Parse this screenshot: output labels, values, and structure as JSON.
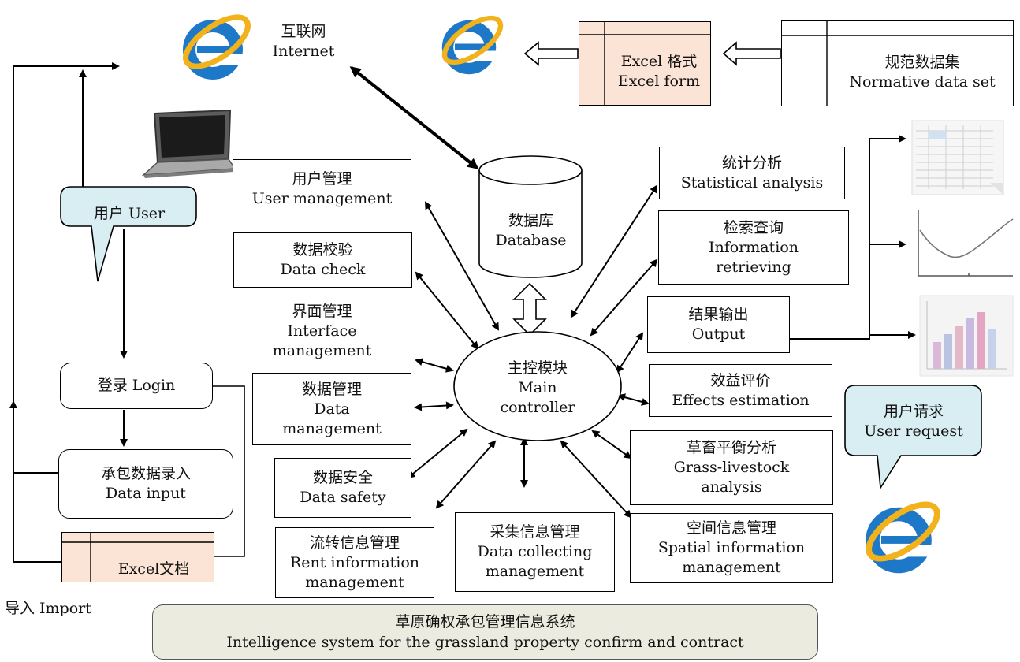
{
  "internet": {
    "zh": "互联网",
    "en": "Internet"
  },
  "excel_form": {
    "zh": "Excel 格式",
    "en": "Excel form"
  },
  "normative": {
    "zh": "规范数据集",
    "en": "Normative data set"
  },
  "database": {
    "zh": "数据库",
    "en": "Database"
  },
  "user": {
    "label": "用户 User"
  },
  "user_request": {
    "zh": "用户请求",
    "en": "User request"
  },
  "login": {
    "label": "登录 Login"
  },
  "data_input": {
    "zh": "承包数据录入",
    "en": "Data input"
  },
  "excel_doc": {
    "label": "Excel文档"
  },
  "import": {
    "label": "导入 Import"
  },
  "main": {
    "zh": "主控模块",
    "en1": "Main",
    "en2": "controller"
  },
  "modules_left": [
    {
      "zh": "用户管理",
      "en": "User management"
    },
    {
      "zh": "数据校验",
      "en": "Data check"
    },
    {
      "zh": "界面管理",
      "en1": "Interface",
      "en2": "management"
    },
    {
      "zh": "数据管理",
      "en1": "Data",
      "en2": "management"
    },
    {
      "zh": "数据安全",
      "en": "Data safety"
    },
    {
      "zh": "流转信息管理",
      "en1": "Rent information",
      "en2": "management"
    }
  ],
  "module_bottom": {
    "zh": "采集信息管理",
    "en1": "Data collecting",
    "en2": "management"
  },
  "modules_right": [
    {
      "zh": "统计分析",
      "en": "Statistical analysis"
    },
    {
      "zh": "检索查询",
      "en1": "Information",
      "en2": "retrieving"
    },
    {
      "zh": "结果输出",
      "en": "Output"
    },
    {
      "zh": "效益评价",
      "en": "Effects estimation"
    },
    {
      "zh": "草畜平衡分析",
      "en1": "Grass-livestock",
      "en2": "analysis"
    },
    {
      "zh": "空间信息管理",
      "en1": "Spatial information",
      "en2": "management"
    }
  ],
  "footer": {
    "zh": "草原确权承包管理信息系统",
    "en": "Intelligence system for the grassland property confirm and contract"
  },
  "colors": {
    "excel_fill": "#fbe4d5",
    "bubble_fill": "#d9eef3",
    "footer_fill": "#ecebdf",
    "ie_blue": "#1e78c8",
    "ie_ring": "#f2b21b"
  }
}
